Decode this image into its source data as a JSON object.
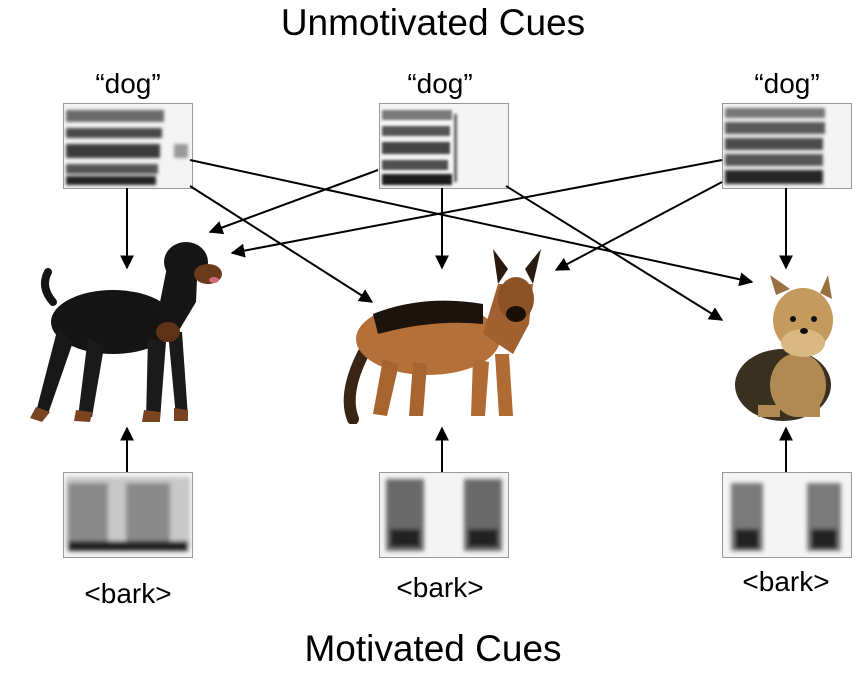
{
  "titles": {
    "top": "Unmotivated Cues",
    "bottom": "Motivated Cues"
  },
  "word_label": "“dog”",
  "bark_label": "<bark>",
  "columns": [
    {
      "dog": "rottweiler"
    },
    {
      "dog": "german-shepherd"
    },
    {
      "dog": "yorkshire-terrier"
    }
  ]
}
